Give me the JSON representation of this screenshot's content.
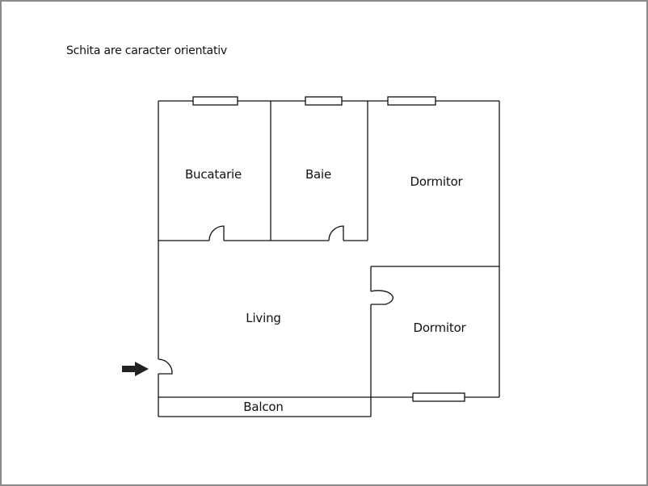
{
  "note": "Schita are caracter orientativ",
  "rooms": {
    "bucatarie": "Bucatarie",
    "baie": "Baie",
    "dormitor_1": "Dormitor",
    "living": "Living",
    "dormitor_2": "Dormitor",
    "balcon": "Balcon"
  },
  "icons": {
    "entrance": "entrance-arrow-icon"
  },
  "colors": {
    "wall": "#111111",
    "frame": "#8a8a8a",
    "background": "#ffffff"
  }
}
